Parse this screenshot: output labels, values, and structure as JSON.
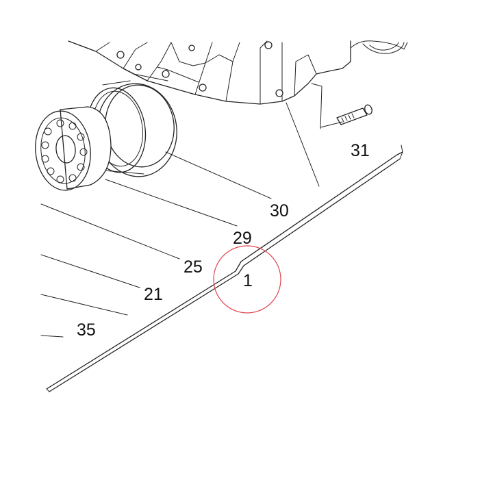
{
  "diagram": {
    "callouts": {
      "part_31": "31",
      "part_30": "30",
      "part_29": "29",
      "part_25": "25",
      "part_21": "21",
      "part_35": "35",
      "part_1": "1"
    },
    "highlight": {
      "label": "1",
      "color": "#e0404a"
    },
    "line_color": "#222222"
  }
}
